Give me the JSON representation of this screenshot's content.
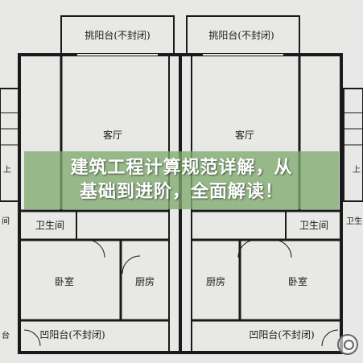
{
  "rooms": {
    "balcony_open_left": "挑阳台(不封闭)",
    "balcony_open_right": "挑阳台(不封闭)",
    "living_left": "客厅",
    "living_right": "客厅",
    "bath_left": "卫生间",
    "bath_right": "卫生间",
    "bath_edge_left": "间",
    "bath_edge_right": "卫生",
    "bedroom_left": "卧室",
    "bedroom_right": "卧室",
    "kitchen_left": "厨房",
    "kitchen_right": "厨房",
    "balcony_recess_left": "凹阳台(不封闭)",
    "balcony_recess_right": "凹阳台(不封闭)",
    "stair_up_left": "上",
    "stair_up_right": "上",
    "bath_lower_edge_left": "台"
  },
  "banner": {
    "line1": "建筑工程计算规范详解，从",
    "line2": "基础到进阶，全面解读！"
  },
  "colors": {
    "wall": "#1a1a1a",
    "paper": "#e8e8e6",
    "banner": "#80aa6e"
  }
}
